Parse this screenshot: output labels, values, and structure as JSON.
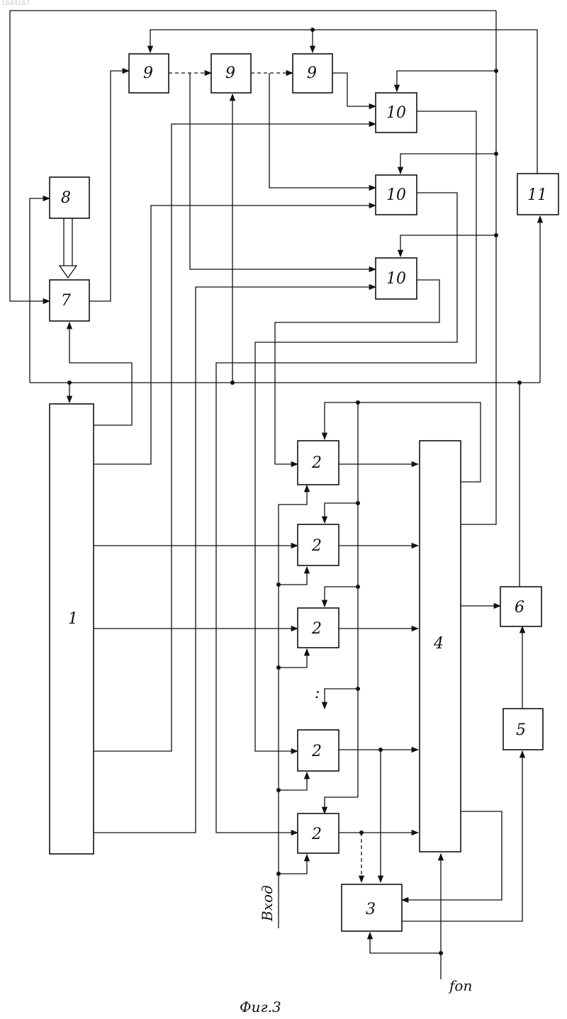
{
  "page_id": "1840167",
  "caption": "Фиг.3",
  "input_label": "Вход",
  "fop_label": "fоп",
  "ellipsis": ":",
  "blocks": {
    "b1": "1",
    "b2a": "2",
    "b2b": "2",
    "b2c": "2",
    "b2d": "2",
    "b2e": "2",
    "b3": "3",
    "b4": "4",
    "b5": "5",
    "b6": "6",
    "b7": "7",
    "b8": "8",
    "b9a": "9",
    "b9b": "9",
    "b9c": "9",
    "b10a": "10",
    "b10b": "10",
    "b10c": "10",
    "b11": "11"
  },
  "colors": {
    "ink": "#111111",
    "paper": "#ffffff"
  }
}
